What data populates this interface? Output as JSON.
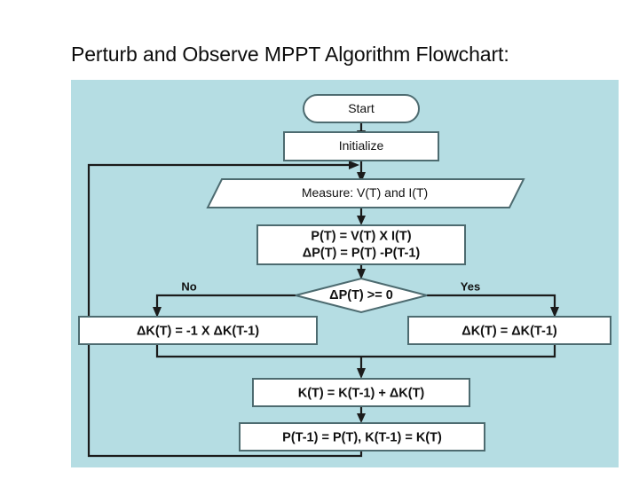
{
  "slide": {
    "title": "Perturb and Observe MPPT Algorithm Flowchart:",
    "panel_background_color": "#b5dde3",
    "node_fill_color": "#ffffff",
    "node_border_color": "#4d6b70",
    "connector_color": "#1b1b1b"
  },
  "flowchart": {
    "type": "flowchart",
    "nodes": [
      {
        "id": "start",
        "shape": "terminator",
        "text": "Start"
      },
      {
        "id": "initialize",
        "shape": "process",
        "text": "Initialize"
      },
      {
        "id": "measure",
        "shape": "parallelogram",
        "text": "Measure: V(T) and I(T)"
      },
      {
        "id": "power",
        "shape": "process",
        "line1": "P(T) = V(T) X I(T)",
        "line2": "ΔP(T) = P(T) -P(T-1)"
      },
      {
        "id": "decision",
        "shape": "diamond",
        "text": "ΔP(T) >= 0"
      },
      {
        "id": "branch_no",
        "shape": "process",
        "text": "ΔK(T) = -1 X  ΔK(T-1)"
      },
      {
        "id": "branch_yes",
        "shape": "process",
        "text": "ΔK(T) = ΔK(T-1)"
      },
      {
        "id": "update_k",
        "shape": "process",
        "text": "K(T) = K(T-1) + ΔK(T)"
      },
      {
        "id": "store",
        "shape": "process",
        "text": "P(T-1) = P(T), K(T-1) = K(T)"
      }
    ],
    "edge_labels": {
      "no": "No",
      "yes": "Yes"
    }
  }
}
